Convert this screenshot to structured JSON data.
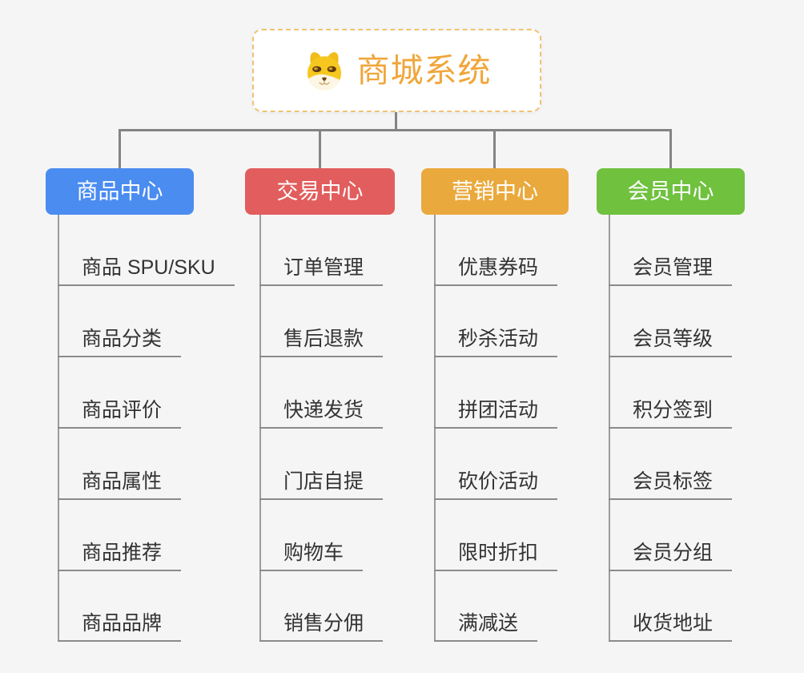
{
  "root": {
    "title": "商城系统",
    "title_color": "#f0a63a",
    "border_color": "#f2c170",
    "icon": "doge-icon"
  },
  "connector_color": "#848484",
  "background_color": "#f5f5f6",
  "branches": [
    {
      "label": "商品中心",
      "color": "#4a8cf0",
      "children": [
        "商品 SPU/SKU",
        "商品分类",
        "商品评价",
        "商品属性",
        "商品推荐",
        "商品品牌"
      ]
    },
    {
      "label": "交易中心",
      "color": "#e25d5d",
      "children": [
        "订单管理",
        "售后退款",
        "快递发货",
        "门店自提",
        "购物车",
        "销售分佣"
      ]
    },
    {
      "label": "营销中心",
      "color": "#eaa93c",
      "children": [
        "优惠券码",
        "秒杀活动",
        "拼团活动",
        "砍价活动",
        "限时折扣",
        "满减送"
      ]
    },
    {
      "label": "会员中心",
      "color": "#6fc13e",
      "children": [
        "会员管理",
        "会员等级",
        "积分签到",
        "会员标签",
        "会员分组",
        "收货地址"
      ]
    }
  ]
}
